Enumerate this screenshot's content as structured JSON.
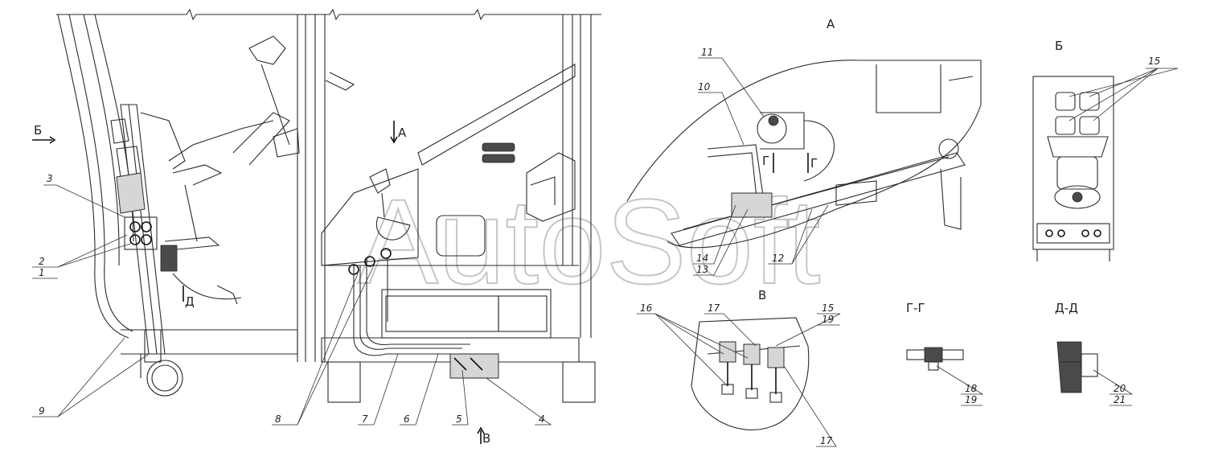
{
  "views": {
    "A": "А",
    "B_view": "Б",
    "V": "В",
    "G_section": "Г-Г",
    "D_section": "Д-Д",
    "B_arrow": "Б",
    "A_arrow": "А",
    "D_arrow": "Д",
    "V_arrow": "В",
    "G_arrow1": "Г",
    "G_arrow2": "Г"
  },
  "callouts": {
    "n1": "1",
    "n2": "2",
    "n3": "3",
    "n4": "4",
    "n5": "5",
    "n6": "6",
    "n7": "7",
    "n8": "8",
    "n9": "9",
    "n10": "10",
    "n11": "11",
    "n12": "12",
    "n13": "13",
    "n14": "14",
    "n15a": "15",
    "n15b": "15",
    "n16": "16",
    "n17a": "17",
    "n17b": "17",
    "n18": "18",
    "n19a": "19",
    "n19b": "19",
    "n20": "20",
    "n21": "21"
  },
  "watermark": "AutoSoft"
}
